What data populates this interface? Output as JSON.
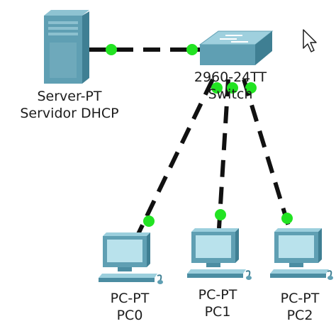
{
  "devices": [
    {
      "id": "server",
      "model": "Server-PT",
      "name": "Servidor DHCP",
      "kind": "server"
    },
    {
      "id": "switch",
      "model": "2960-24TT",
      "name": "Switch",
      "kind": "switch"
    },
    {
      "id": "pc0",
      "model": "PC-PT",
      "name": "PC0",
      "kind": "pc"
    },
    {
      "id": "pc1",
      "model": "PC-PT",
      "name": "PC1",
      "kind": "pc"
    },
    {
      "id": "pc2",
      "model": "PC-PT",
      "name": "PC2",
      "kind": "pc"
    }
  ],
  "links": [
    {
      "from": "server",
      "to": "switch",
      "style": "dashed",
      "from_status": "up",
      "to_status": "up"
    },
    {
      "from": "switch",
      "to": "pc0",
      "style": "dashed",
      "from_status": "up",
      "to_status": "up"
    },
    {
      "from": "switch",
      "to": "pc1",
      "style": "dashed",
      "from_status": "up",
      "to_status": "up"
    },
    {
      "from": "switch",
      "to": "pc2",
      "style": "dashed",
      "from_status": "up",
      "to_status": "up"
    }
  ],
  "colors": {
    "link_up": "#22e322",
    "device_teal": "#5f9fb3",
    "link_line": "#111111"
  }
}
